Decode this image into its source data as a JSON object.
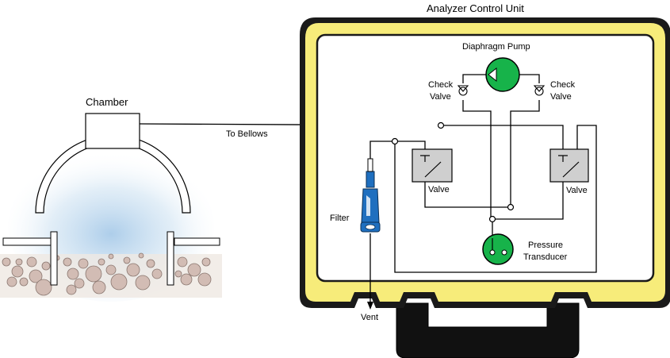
{
  "title": "Analyzer Control Unit",
  "labels": {
    "chamber": "Chamber",
    "to_bellows": "To Bellows",
    "diaphragm_pump": "Diaphragm Pump",
    "check_valve_left": [
      "Check",
      "Valve"
    ],
    "check_valve_right": [
      "Check",
      "Valve"
    ],
    "valve_left": "Valve",
    "valve_right": "Valve",
    "filter": "Filter",
    "pressure_transducer": [
      "Pressure",
      "Transducer"
    ],
    "vent": "Vent"
  },
  "colors": {
    "case_outer": "#1a1a1a",
    "case_panel": "#f7ec7a",
    "pump_green": "#17b34a",
    "filter_blue": "#1f6fbf",
    "valve_gray": "#cfcfcf",
    "soil_pebble": "#cfb8b0",
    "glow_blue": "#b9d7ee"
  }
}
